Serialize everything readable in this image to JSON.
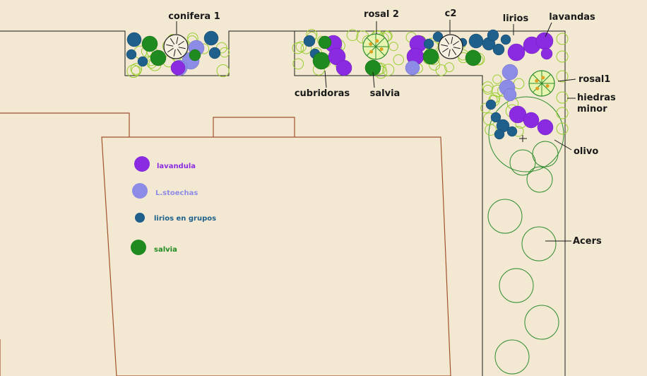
{
  "colors": {
    "background": "#f3e9d3",
    "outline": "#1a1a1a",
    "building": "#a0522d",
    "lavandula": "#8a2be2",
    "stoechas": "#8c8ce6",
    "lirios": "#1f5f8b",
    "salvia": "#1f8a1f",
    "ground_cover": "#9acd32",
    "tree": "#2e8b2e"
  },
  "labels": {
    "conifera1": "conifera 1",
    "rosal2": "rosal 2",
    "c2": "c2",
    "lirios": "lirios",
    "lavandas": "lavandas",
    "cubridoras": "cubridoras",
    "salvia": "salvia",
    "rosal1": "rosal1",
    "hiedras_line1": "hiedras",
    "hiedras_line2": "minor",
    "olivo": "olivo",
    "acers": "Acers"
  },
  "legend": [
    {
      "label": "lavandula",
      "color": "#8a2be2",
      "icon": "lavandula-icon"
    },
    {
      "label": "L.stoechas",
      "color": "#8c8ce6",
      "icon": "stoechas-icon"
    },
    {
      "label": "lirios en grupos",
      "color": "#1f5f8b",
      "icon": "lirios-icon"
    },
    {
      "label": "salvia",
      "color": "#1f8a1f",
      "icon": "salvia-icon"
    }
  ]
}
